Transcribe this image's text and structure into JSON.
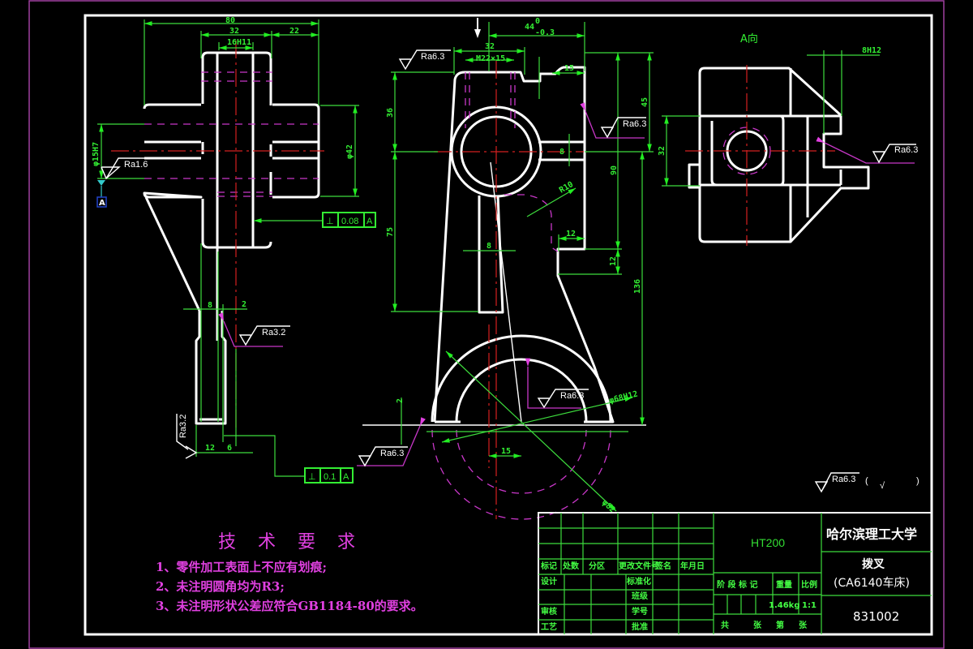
{
  "drawing": {
    "colors": {
      "background": "#000000",
      "outline": "#ffffff",
      "dimension": "#3ddc3d",
      "centerline": "#d42020",
      "hidden": "#c837c8",
      "frame": "#a040a0"
    },
    "view_labels": {
      "a_view": "A向",
      "datum": "A",
      "view_arrow": "↓"
    },
    "left_view": {
      "dims": {
        "d80": "80",
        "d32": "32",
        "d22": "22",
        "d16h11": "16H11",
        "d15h7": "φ15H7",
        "d42": "φ42",
        "d8": "8",
        "d2": "2",
        "d12": "12",
        "d6": "6"
      },
      "roughness": {
        "r1": "Ra1.6",
        "r2": "Ra3.2",
        "r3": "Ra3.2"
      },
      "gdt": [
        {
          "symbol": "⊥",
          "value": "0.08",
          "datum": "A"
        },
        {
          "symbol": "⊥",
          "value": "0.1",
          "datum": "A"
        }
      ]
    },
    "front_view": {
      "dims": {
        "d44": "44",
        "d44_tol_up": "0",
        "d44_tol_low": "-0.3",
        "d32": "32",
        "m22": "M22×15",
        "d15": "15",
        "d36": "36",
        "d45": "45",
        "d8": "8",
        "d90": "90",
        "d75": "75",
        "d12a": "12",
        "d12b": "12",
        "d136": "136",
        "r10": "R10",
        "d2": "2",
        "d15b": "15",
        "d68h12": "φ68H12",
        "d82": "φ82"
      },
      "roughness": {
        "r1": "Ra6.3",
        "r2": "Ra6.3",
        "r3": "Ra6.3",
        "r4": "Ra6.3"
      }
    },
    "side_view": {
      "dims": {
        "d8h12": "8H12",
        "d32": "32"
      },
      "roughness": {
        "r1": "Ra6.3"
      }
    },
    "general_roughness": {
      "value": "Ra6.3",
      "paren_open": "(",
      "check": "√",
      "paren_close": ")"
    }
  },
  "tech_requirements": {
    "title": "技 术 要 求",
    "items": [
      "1、零件加工表面上不应有划痕;",
      "2、未注明圆角均为R3;",
      "3、未注明形状公差应符合GB1184-80的要求。"
    ]
  },
  "title_block": {
    "material": "HT200",
    "school": "哈尔滨理工大学",
    "part_name": "拨叉",
    "machine": "(CA6140车床)",
    "drawing_no": "831002",
    "headers": [
      "标记",
      "处数",
      "分区",
      "更改文件号",
      "签名",
      "年月日"
    ],
    "left_labels": [
      "设计",
      "",
      "审核",
      "工艺"
    ],
    "mid_labels": [
      "标准化",
      "班级",
      "学号",
      "批准"
    ],
    "stage_label": "阶 段 标 记",
    "weight_label": "重量",
    "scale_label": "比例",
    "weight": "1.46kg",
    "scale": "1:1",
    "sheet_total_label": "共",
    "sheet_unit1": "张",
    "sheet_no_label": "第",
    "sheet_unit2": "张"
  }
}
